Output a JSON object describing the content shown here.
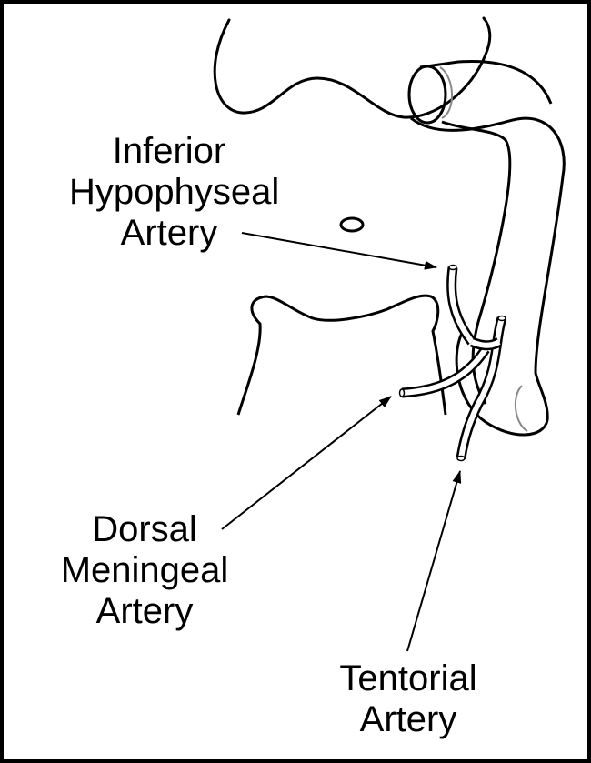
{
  "labels": {
    "inferior_hypophyseal": {
      "lines": [
        "Inferior",
        "Hypophyseal",
        "Artery"
      ]
    },
    "dorsal_meningeal": {
      "lines": [
        "Dorsal",
        "Meningeal",
        "Artery"
      ]
    },
    "tentorial": {
      "lines": [
        "Tentorial",
        "Artery"
      ]
    }
  },
  "colors": {
    "line": "#000000",
    "background": "#ffffff",
    "vessel_cut_edge": "#888888"
  }
}
